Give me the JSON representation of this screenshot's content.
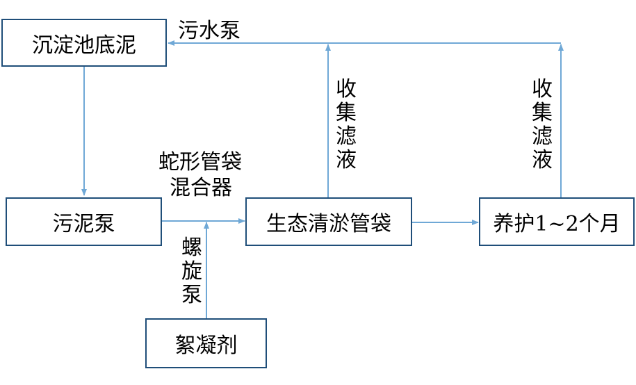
{
  "nodes": {
    "sediment": "沉淀池底泥",
    "sludge_pump": "污泥泵",
    "dredge_bag": "生态清淤管袋",
    "maintain": "养护1~2个月",
    "flocculant": "絮凝剂"
  },
  "labels": {
    "sewage_pump": "污水泵",
    "mixer_line1": "蛇形管袋",
    "mixer_line2": "混合器",
    "collect_filtrate_1": "收集滤液",
    "collect_filtrate_2": "收集滤液",
    "screw_pump": "螺旋泵"
  },
  "colors": {
    "line": "#6fa8d6",
    "border": "#1f4e79"
  }
}
